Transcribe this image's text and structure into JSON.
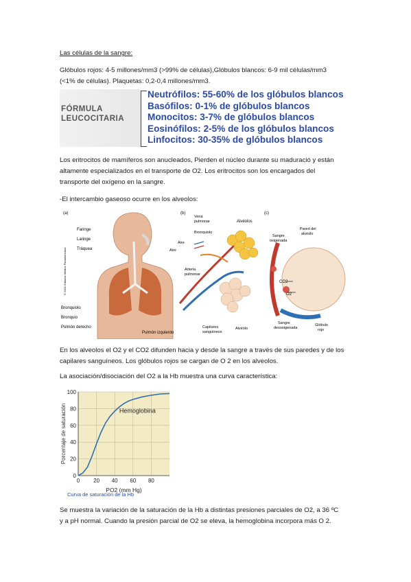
{
  "heading": "Las células de la sangre:",
  "p1": "Glóbulos rojos: 4-5 millones/mm3 (>99% de células),Glóbulos blancos: 6-9 mil células/mm3",
  "p1b": "(<1% de células). Plaquetas: 0,2-0,4 millones/mm3.",
  "formula": {
    "title_line1": "FÓRMULA",
    "title_line2": "LEUCOCITARIA",
    "items": [
      "Neutrófilos: 55-60% de los glóbulos blancos",
      "Basófilos: 0-1% de glóbulos blancos",
      "Monocitos: 3-7% de glóbulos blancos",
      "Eosinófilos: 2-5% de los glóbulos blancos",
      "Linfocitos: 30-35% de glóbulos blancos"
    ]
  },
  "p2a": "Los eritrocitos de mamíferos son anucleados, Pierden el núcleo durante su maduració y están",
  "p2b": "altamente especializados en el transporte de O2. Los eritrocitos son los encargados del",
  "p2c": "transporte del oxígeno en la sangre.",
  "p3": "-El intercambio gaseoso ocurre en los alveolos:",
  "alveoli_figure": {
    "panel_a": "(a)",
    "panel_b": "(b)",
    "panel_c": "(c)",
    "faringe": "Faringe",
    "laringe": "Laringe",
    "traquea": "Tráquea",
    "bronquiolo_a": "Bronquiolo",
    "bronquio": "Bronquio",
    "pulmon_derecho": "Pulmón derecho",
    "pulmon_izquierdo": "Pulmón izquierdo",
    "copyright": "© 2001 Editorial Médica Panamericana",
    "vena_pulmonar_1": "Vena",
    "vena_pulmonar_2": "pulmonar",
    "bronquiolo_b": "Bronquiolo",
    "aire_1": "Aire",
    "aire_2": "Aire",
    "arteria_1": "Arteria",
    "arteria_2": "pulmonar",
    "alveolos": "Alvéolos",
    "capilares_1": "Capilares",
    "capilares_2": "sanguíneos",
    "alveolo": "Alvéolo",
    "pared_1": "Pared del",
    "pared_2": "alvéolo",
    "sangre_ox_1": "Sangre",
    "sangre_ox_2": "oxigenada",
    "co2": "CO2",
    "o2": "O2",
    "sangre_desox_1": "Sangre",
    "sangre_desox_2": "desoxigenada",
    "globulo_1": "Glóbulo",
    "globulo_2": "rojo"
  },
  "p4a": "En los alveolos el O2 y el CO2 difunden hacia y desde la sangre a través de sus paredes y de los",
  "p4b": "capilares sanguíneos. Los glóbulos rojos se cargan de O 2 en los alveolos.",
  "p5": "La asociación/disociación del O2 a la Hb muestra una curva característica:",
  "chart_data": {
    "type": "line",
    "title": "",
    "series": [
      {
        "name": "Hemoglobina",
        "x": [
          0,
          5,
          10,
          15,
          20,
          25,
          30,
          35,
          40,
          45,
          50,
          55,
          60,
          70,
          80,
          90,
          100
        ],
        "y": [
          0,
          3,
          10,
          23,
          38,
          52,
          63,
          71,
          77,
          82,
          86,
          89,
          91,
          94,
          96,
          97.5,
          98
        ]
      }
    ],
    "xlabel": "PO2 (mm Hg)",
    "ylabel": "Porcentaje de saturación",
    "xlim": [
      0,
      100
    ],
    "ylim": [
      0,
      100
    ],
    "xticks": [
      "0",
      "20",
      "40",
      "60",
      "80"
    ],
    "yticks": [
      "0",
      "20",
      "40",
      "60",
      "80",
      "100"
    ],
    "grid": true,
    "annotation": "Hemoglobina",
    "background": "#f3eac6",
    "line_color": "#2e6fb3"
  },
  "caption": "Curva de saturación de la Hb",
  "p6a": "Se muestra la variación de la saturación de la Hb  a distintas presiones parciales de O2, a 36 ºC",
  "p6b": "y a pH normal. Cuando la presión parcial de O2 se eleva, la hemoglobina incorpora más O 2."
}
